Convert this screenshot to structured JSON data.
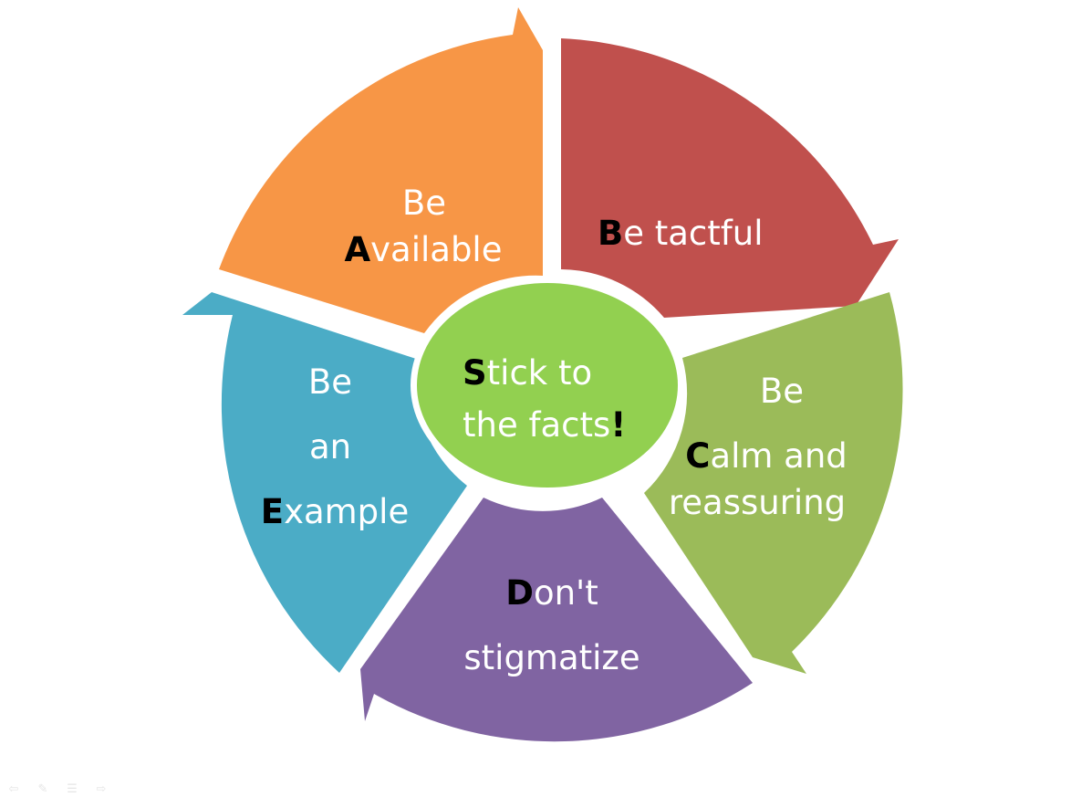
{
  "colors": {
    "segment_b": "#C0504D",
    "segment_c": "#9BBB59",
    "segment_d": "#8064A2",
    "segment_e": "#4BACC6",
    "segment_a": "#F79646",
    "center": "#92D050"
  },
  "segments": [
    {
      "id": "b",
      "lines": [
        {
          "lead": "B",
          "rest": "e tactful"
        }
      ]
    },
    {
      "id": "c",
      "lines": [
        {
          "lead": "",
          "rest": "Be"
        },
        {
          "lead": "C",
          "rest": "alm and"
        },
        {
          "lead": "",
          "rest": "reassuring"
        }
      ]
    },
    {
      "id": "d",
      "lines": [
        {
          "lead": "D",
          "rest": "on't"
        },
        {
          "lead": "",
          "rest": "stigmatize"
        }
      ]
    },
    {
      "id": "e",
      "lines": [
        {
          "lead": "",
          "rest": "Be"
        },
        {
          "lead": "",
          "rest": "an"
        },
        {
          "lead": "E",
          "rest": "xample"
        }
      ]
    },
    {
      "id": "a",
      "lines": [
        {
          "lead": "",
          "rest": "Be"
        },
        {
          "lead": "A",
          "rest": "vailable"
        }
      ]
    }
  ],
  "center": {
    "line1_lead": "S",
    "line1_rest": "tick to",
    "line2_text": "the facts",
    "line2_mark": "!"
  },
  "controls": {
    "prev_icon": "arrow-left-icon",
    "pen_icon": "pen-icon",
    "menu_icon": "menu-icon",
    "next_icon": "arrow-right-icon",
    "prev_glyph": "⇦",
    "pen_glyph": "✎",
    "menu_glyph": "☰",
    "next_glyph": "⇨"
  }
}
